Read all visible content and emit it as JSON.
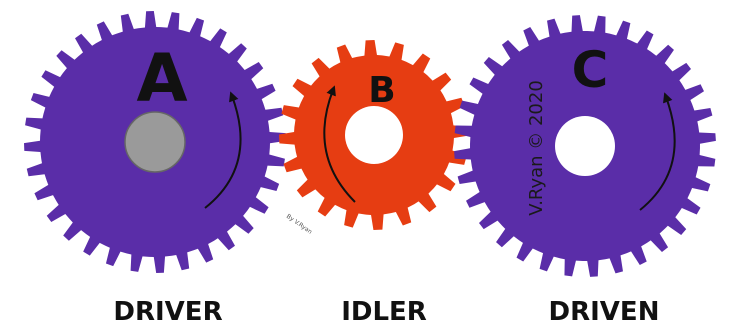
{
  "gears": [
    {
      "letter": "A",
      "role": "DRIVER",
      "color": "#5a2da8",
      "hub": "solid-grey",
      "hub_color": "#9a9a9a",
      "rotation_arrow": "anticlockwise"
    },
    {
      "letter": "B",
      "role": "IDLER",
      "color": "#e63d12",
      "hub": "hole",
      "hub_color": "#ffffff",
      "rotation_arrow": "clockwise"
    },
    {
      "letter": "C",
      "role": "DRIVEN",
      "color": "#5a2da8",
      "hub": "hole",
      "hub_color": "#ffffff",
      "rotation_arrow": "anticlockwise"
    }
  ],
  "credit": "V.Ryan © 2020",
  "small_credit": "By V.Ryan",
  "colors": {
    "letter": "#111111",
    "arrow": "#111111",
    "label": "#111111",
    "background": "#ffffff"
  }
}
